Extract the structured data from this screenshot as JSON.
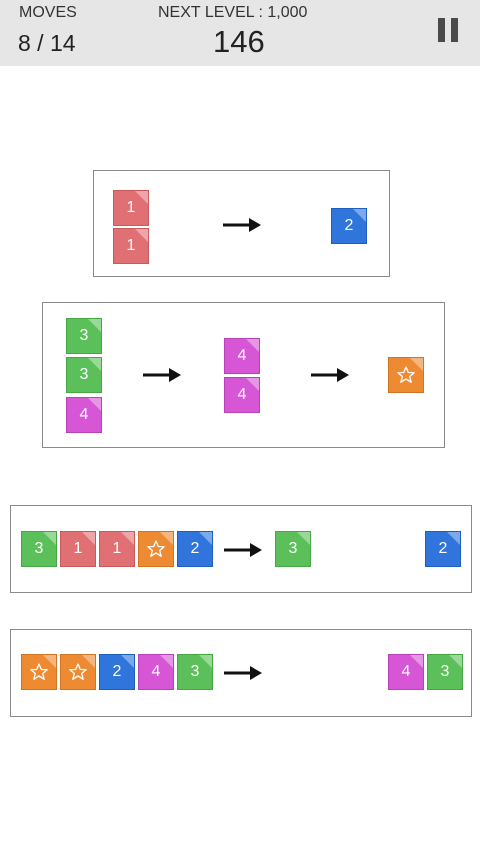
{
  "header": {
    "moves_label": "MOVES",
    "moves_value": "8 / 14",
    "next_level_label": "NEXT LEVEL : 1,000",
    "score": "146"
  },
  "colors": {
    "tile_1": "#e07074",
    "tile_2": "#2f75dc",
    "tile_3": "#5cc05a",
    "tile_4": "#d656d6",
    "tile_star": "#ee8a32",
    "header_bg": "#e6e6e6"
  },
  "tiles": {
    "one": "1",
    "two": "2",
    "three": "3",
    "four": "4"
  },
  "icons": [
    "pause-icon",
    "arrow-right-icon",
    "star-icon"
  ]
}
